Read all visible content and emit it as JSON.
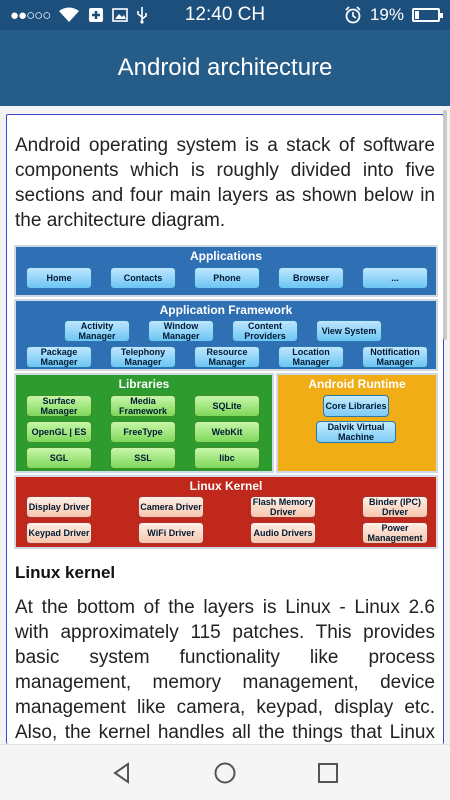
{
  "status_bar": {
    "signal": "●●○○○",
    "time": "12:40 CH",
    "battery_percent": "19%",
    "battery_level": 0.19,
    "icons": [
      "wifi-icon",
      "plus-box-icon",
      "image-icon",
      "usb-icon",
      "alarm-icon",
      "battery-icon"
    ]
  },
  "app_bar": {
    "title": "Android architecture"
  },
  "content": {
    "intro": "Android operating system is a stack of software components which is roughly divided into five sections and four main layers as shown below in the architecture diagram.",
    "kernel_heading": "Linux kernel",
    "kernel_text": "At the bottom of the layers is Linux - Linux 2.6 with approximately 115 patches. This provides basic system functionality like process management, memory management, device management like camera, keypad, display etc. Also, the kernel handles all the things that Linux is really good at such as networking and a vast array of device drivers."
  },
  "diagram": {
    "applications": {
      "title": "Applications",
      "items": [
        "Home",
        "Contacts",
        "Phone",
        "Browser",
        "..."
      ]
    },
    "framework": {
      "title": "Application Framework",
      "row1": [
        "Activity Manager",
        "Window Manager",
        "Content Providers",
        "View System"
      ],
      "row2": [
        "Package Manager",
        "Telephony Manager",
        "Resource Manager",
        "Location Manager",
        "Notification Manager"
      ]
    },
    "libraries": {
      "title": "Libraries",
      "items": [
        "Surface Manager",
        "Media Framework",
        "SQLite",
        "OpenGL | ES",
        "FreeType",
        "WebKit",
        "SGL",
        "SSL",
        "libc"
      ]
    },
    "runtime": {
      "title": "Android Runtime",
      "items": [
        "Core Libraries",
        "Dalvik Virtual Machine"
      ]
    },
    "kernel": {
      "title": "Linux Kernel",
      "items": [
        "Display Driver",
        "Camera Driver",
        "Flash Memory Driver",
        "Binder (IPC) Driver",
        "Keypad Driver",
        "WiFi Driver",
        "Audio Drivers",
        "Power Management"
      ]
    }
  },
  "nav_bar": {
    "buttons": [
      "back-icon",
      "home-icon",
      "recents-icon"
    ]
  }
}
